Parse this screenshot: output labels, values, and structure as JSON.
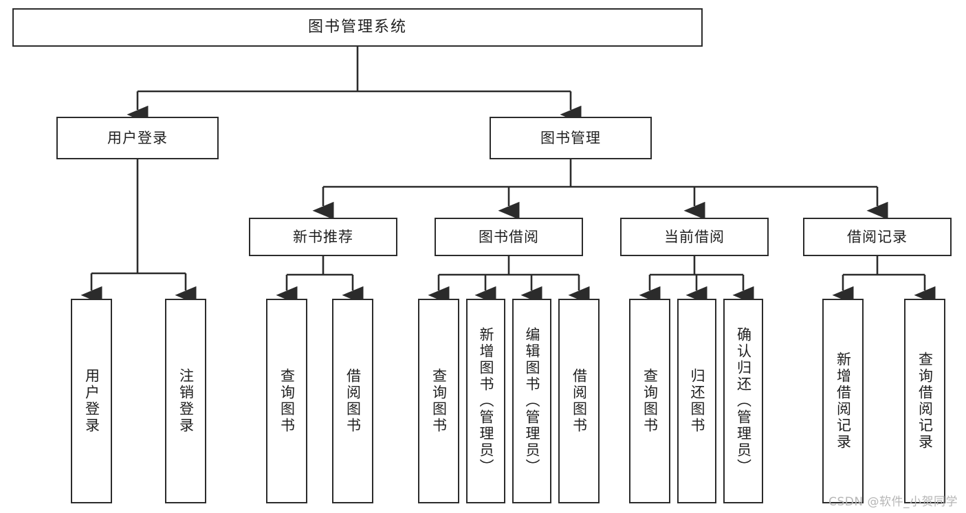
{
  "diagram": {
    "title": "图书管理系统",
    "type": "tree-hierarchy",
    "watermark": "CSDN @软件_小贺同学",
    "colors": {
      "stroke": "#2b2b2b",
      "fill": "#ffffff",
      "text": "#1f1f1f",
      "watermark": "#b6b6b6"
    },
    "nodes": {
      "root": {
        "label": "图书管理系统",
        "level": 1
      },
      "level2": [
        {
          "id": "user-login",
          "label": "用户登录"
        },
        {
          "id": "book-manage",
          "label": "图书管理"
        }
      ],
      "level3": [
        {
          "id": "new-book-recommend",
          "label": "新书推荐",
          "parent": "book-manage"
        },
        {
          "id": "book-borrow",
          "label": "图书借阅",
          "parent": "book-manage"
        },
        {
          "id": "current-borrow",
          "label": "当前借阅",
          "parent": "book-manage"
        },
        {
          "id": "borrow-record",
          "label": "借阅记录",
          "parent": "book-manage"
        }
      ],
      "leaves": [
        {
          "id": "leaf-user-login",
          "label": "用户登录",
          "parent": "user-login"
        },
        {
          "id": "leaf-logout-login",
          "label": "注销登录",
          "parent": "user-login"
        },
        {
          "id": "leaf-query-book-1",
          "label": "查询图书",
          "parent": "new-book-recommend"
        },
        {
          "id": "leaf-borrow-book-1",
          "label": "借阅图书",
          "parent": "new-book-recommend"
        },
        {
          "id": "leaf-query-book-2",
          "label": "查询图书",
          "parent": "book-borrow"
        },
        {
          "id": "leaf-add-book",
          "label": "新增图书（管理员）",
          "parent": "book-borrow"
        },
        {
          "id": "leaf-edit-book",
          "label": "编辑图书（管理员）",
          "parent": "book-borrow"
        },
        {
          "id": "leaf-borrow-book-2",
          "label": "借阅图书",
          "parent": "book-borrow"
        },
        {
          "id": "leaf-query-book-3",
          "label": "查询图书",
          "parent": "current-borrow"
        },
        {
          "id": "leaf-return-book",
          "label": "归还图书",
          "parent": "current-borrow"
        },
        {
          "id": "leaf-confirm-return",
          "label": "确认归还（管理员）",
          "parent": "current-borrow"
        },
        {
          "id": "leaf-add-record",
          "label": "新增借阅记录",
          "parent": "borrow-record"
        },
        {
          "id": "leaf-query-record",
          "label": "查询借阅记录",
          "parent": "borrow-record"
        }
      ]
    }
  }
}
